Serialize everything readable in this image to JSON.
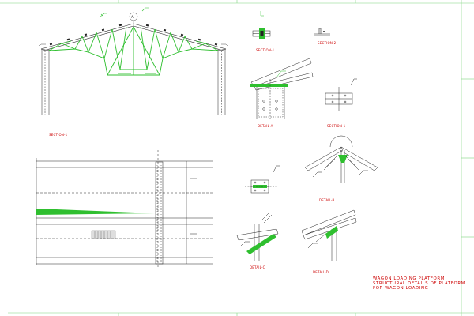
{
  "labels": {
    "section_1": "SECTION-1",
    "section_1_small": "SECTION-1",
    "section_2": "SECTION-2",
    "section_3": "SECTION-1",
    "detail_a": "DETAIL-A",
    "detail_b": "DETAIL-B",
    "detail_c": "DETAIL-C",
    "detail_d": "DETAIL-D"
  },
  "title_block": {
    "line1": "WAGON LOADING PLATFORM",
    "line2": "STRUCTURAL DETAILS OF PLATFORM",
    "line3": "FOR WAGON LOADING"
  },
  "colors": {
    "line": "#222222",
    "accent_green": "#2fbf2f",
    "label_red": "#cc0000",
    "frame_green": "#7fd67f"
  }
}
